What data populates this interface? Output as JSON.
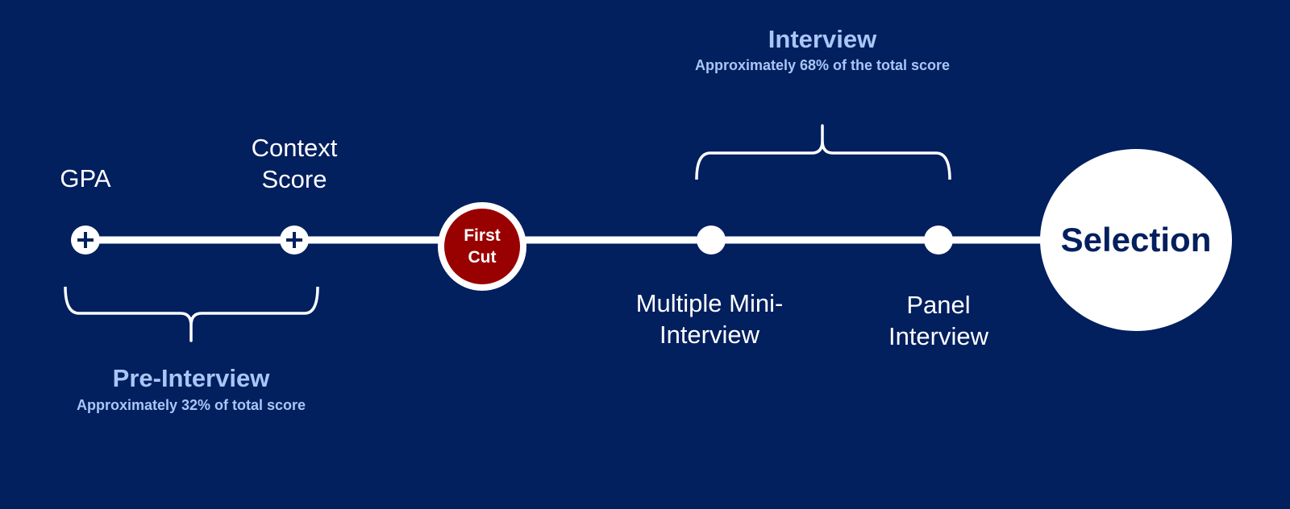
{
  "nodes": {
    "gpa": {
      "label": "GPA",
      "icon": "plus-icon"
    },
    "context_score": {
      "label": "Context\nScore",
      "icon": "plus-icon"
    },
    "first_cut": {
      "label": "First\nCut"
    },
    "mmi": {
      "label": "Multiple Mini-\nInterview"
    },
    "panel": {
      "label": "Panel\nInterview"
    },
    "selection": {
      "label": "Selection"
    }
  },
  "groups": {
    "pre_interview": {
      "title": "Pre-Interview",
      "subtitle": "Approximately 32% of total score"
    },
    "interview": {
      "title": "Interview",
      "subtitle": "Approximately 68% of the total score"
    }
  },
  "colors": {
    "background": "#021f5e",
    "line": "#ffffff",
    "first_cut_fill": "#990000",
    "group_text": "#a9c6f7",
    "selection_text": "#021f5e"
  }
}
